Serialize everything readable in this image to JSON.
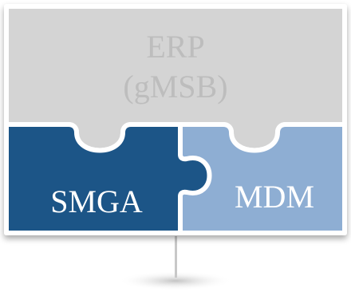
{
  "pieces": {
    "top": {
      "line1": "ERP",
      "line2": "(gMSB)",
      "fill": "#d4d4d4",
      "text_color": "#bdbdbd"
    },
    "left": {
      "label": "SMGA",
      "fill": "#1d5487",
      "text_color": "#ffffff"
    },
    "right": {
      "label": "MDM",
      "fill": "#8eaed3",
      "text_color": "#ffffff"
    }
  },
  "colors": {
    "outline": "#ffffff",
    "background": "#ffffff",
    "stand": "#c8c8c8"
  }
}
